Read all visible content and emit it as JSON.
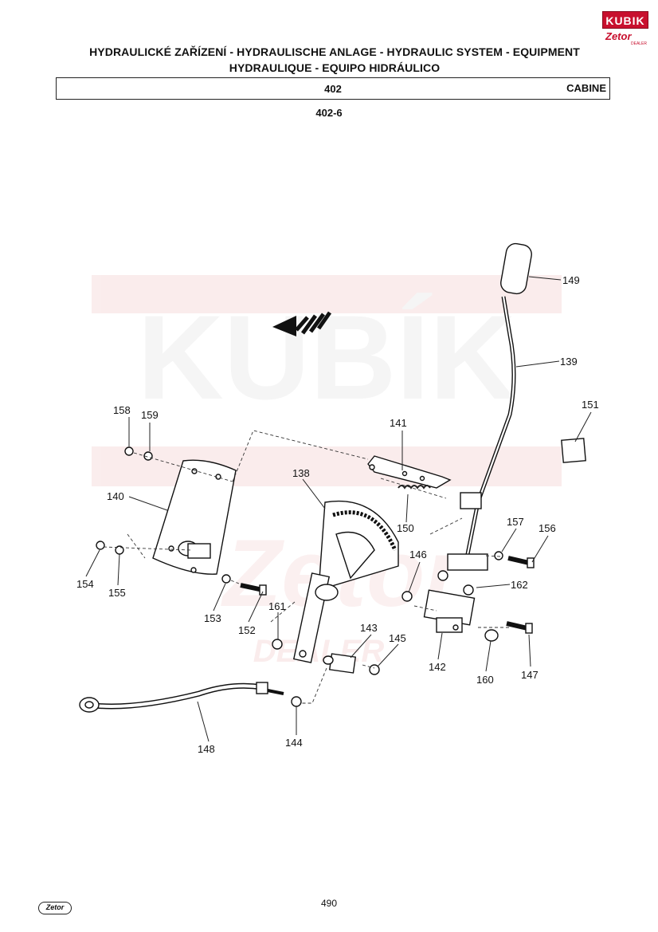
{
  "header": {
    "title_line1": "HYDRAULICKÉ ZAŘÍZENÍ - HYDRAULISCHE ANLAGE - HYDRAULIC SYSTEM - EQUIPMENT",
    "title_line2": "HYDRAULIQUE - EQUIPO HIDRÁULICO",
    "section_number": "402",
    "section_name": "CABINE",
    "figure_number": "402-6"
  },
  "logo": {
    "top": "KUBIK",
    "bottom": "Zetor",
    "dealer": "DEALER"
  },
  "footer": {
    "page_number": "490",
    "brand": "Zetor"
  },
  "watermark": {
    "text": "KUBÍK",
    "sub": "DEALER",
    "color": "#f3d6d6"
  },
  "colors": {
    "accent": "#c8102e"
  },
  "callouts": [
    "149",
    "139",
    "151",
    "141",
    "158",
    "159",
    "138",
    "140",
    "150",
    "157",
    "156",
    "146",
    "162",
    "154",
    "155",
    "153",
    "152",
    "161",
    "143",
    "145",
    "142",
    "160",
    "147",
    "148",
    "144"
  ]
}
